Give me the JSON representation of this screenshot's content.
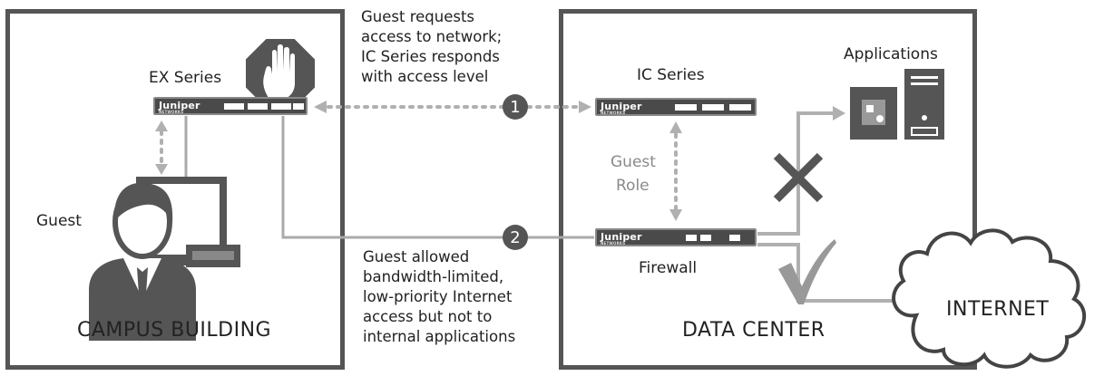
{
  "campus": {
    "title": "CAMPUS BUILDING",
    "ex_label": "EX Series",
    "guest_label": "Guest"
  },
  "datacenter": {
    "title": "DATA CENTER",
    "ic_label": "IC Series",
    "apps_label": "Applications",
    "firewall_label": "Firewall",
    "role_label_1": "Guest",
    "role_label_2": "Role"
  },
  "internet": {
    "label": "INTERNET"
  },
  "steps": [
    {
      "number": "1",
      "text": "Guest requests\naccess to network;\nIC Series responds\nwith access level"
    },
    {
      "number": "2",
      "text": "Guest allowed\nbandwidth-limited,\nlow-priority Internet\naccess but not to\ninternal applications"
    }
  ],
  "device_brand": "Juniper",
  "device_brand_sub": "NETWORKS"
}
